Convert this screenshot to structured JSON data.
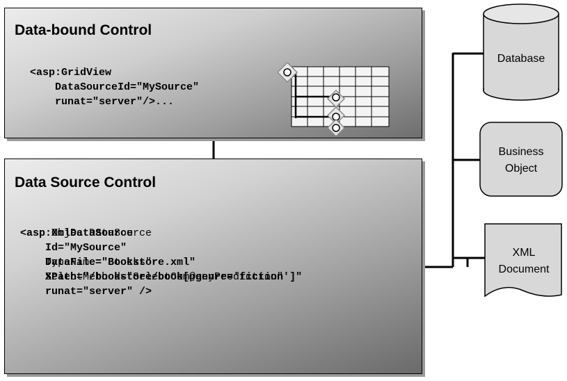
{
  "top_panel": {
    "title": "Data-bound Control",
    "code": "<asp:GridView\n    DataSourceId=\"MySource\"\n    runat=\"server\"/>..."
  },
  "bottom_panel": {
    "title": "Data Source Control",
    "code_lines": [
      "<asp:XmlDataSource",
      "    Id=\"MySource\"",
      "    DataFile=\"Bookstore.xml\"",
      "    XPath=\"/bookstore/book[@genre='fiction']\"",
      "    runat=\"server\" />"
    ],
    "code_overlay": [
      "<asp:ObjectDataSource",
      "",
      "    TypeName=\"Stocks\"",
      "    SelectMethod=\"SelectCompanyPrediction\"",
      ""
    ]
  },
  "sources": {
    "database": "Database",
    "business_object": "Business Object",
    "xml_document": "XML Document"
  },
  "colors": {
    "stroke": "#000000",
    "shape_fill": "#d8d8d8",
    "panel_dark": "#6e6e6e"
  }
}
